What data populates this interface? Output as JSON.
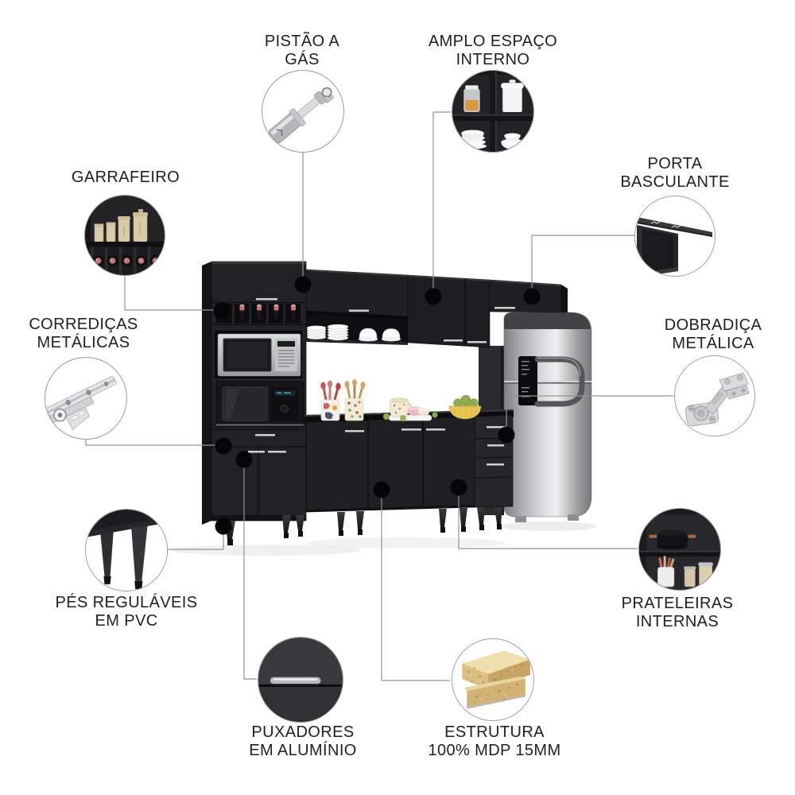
{
  "page": {
    "background": "#ffffff",
    "language": "pt-BR",
    "type": "product-feature-diagram"
  },
  "product": {
    "name": "kitchen-cabinet-set",
    "finish_color": "#1f1f21",
    "appliances_shown": [
      "microwave",
      "oven",
      "refrigerator"
    ]
  },
  "callouts": {
    "pistao_gas": {
      "line1": "PISTÃO A",
      "line2": "GÁS",
      "icon": "gas-piston-photo"
    },
    "amplo_espaco": {
      "line1": "AMPLO ESPAÇO",
      "line2": "INTERNO",
      "icon": "interior-space-photo"
    },
    "garrafeiro": {
      "line1": "GARRAFEIRO",
      "icon": "bottle-rack-photo"
    },
    "porta_basculante": {
      "line1": "PORTA",
      "line2": "BASCULANTE",
      "icon": "flip-door-photo"
    },
    "corredicas": {
      "line1": "CORREDIÇAS",
      "line2": "METÁLICAS",
      "icon": "drawer-slide-photo"
    },
    "dobradica": {
      "line1": "DOBRADIÇA",
      "line2": "METÁLICA",
      "icon": "metal-hinge-photo"
    },
    "pes_pvc": {
      "line1": "PÉS REGULÁVEIS",
      "line2": "EM PVC",
      "icon": "adjustable-feet-photo"
    },
    "prateleiras": {
      "line1": "PRATELEIRAS",
      "line2": "INTERNAS",
      "icon": "internal-shelves-photo"
    },
    "puxadores": {
      "line1": "PUXADORES",
      "line2": "EM ALUMÍNIO",
      "icon": "aluminum-handle-photo"
    },
    "estrutura": {
      "line1": "ESTRUTURA",
      "line2": "100% MDP 15MM",
      "icon": "mdp-board-photo"
    }
  },
  "colors": {
    "cabinet_black": "#1f1f21",
    "connector_line": "#939393",
    "connector_dot": "#060608",
    "label_text": "#1f1f1f",
    "steel": "#b9b9bb",
    "wine_cap_pink": "#c4737f",
    "mdp_wood": "#d8ba80",
    "fruit_bowl_yellow": "#e6c553",
    "fruit_green": "#8fae52"
  }
}
